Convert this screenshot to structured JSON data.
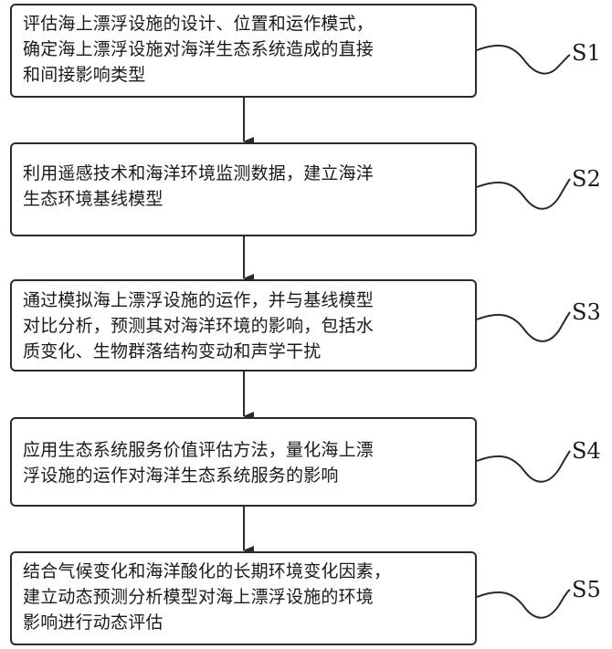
{
  "steps": [
    {
      "id": "S1",
      "label": "S1",
      "text": "评估海上漂浮设施的设计、位置和运作模式，\n确定海上漂浮设施对海洋生态系统造成的直接\n和间接影响类型"
    },
    {
      "id": "S2",
      "label": "S2",
      "text": "利用遥感技术和海洋环境监测数据，建立海洋\n生态环境基线模型"
    },
    {
      "id": "S3",
      "label": "S3",
      "text": "通过模拟海上漂浮设施的运作，并与基线模型\n对比分析，预测其对海洋环境的影响，包括水\n质变化、生物群落结构变动和声学干扰"
    },
    {
      "id": "S4",
      "label": "S4",
      "text": "应用生态系统服务价值评估方法，量化海上漂\n浮设施的运作对海洋生态系统服务的影响"
    },
    {
      "id": "S5",
      "label": "S5",
      "text": "结合气候变化和海洋酸化的长期环境变化因素，\n建立动态预测分析模型对海上漂浮设施的环境\n影响进行动态评估"
    }
  ],
  "colors": {
    "stroke": "#2a2a2a",
    "text": "#1a1a1a",
    "background": "#ffffff"
  }
}
